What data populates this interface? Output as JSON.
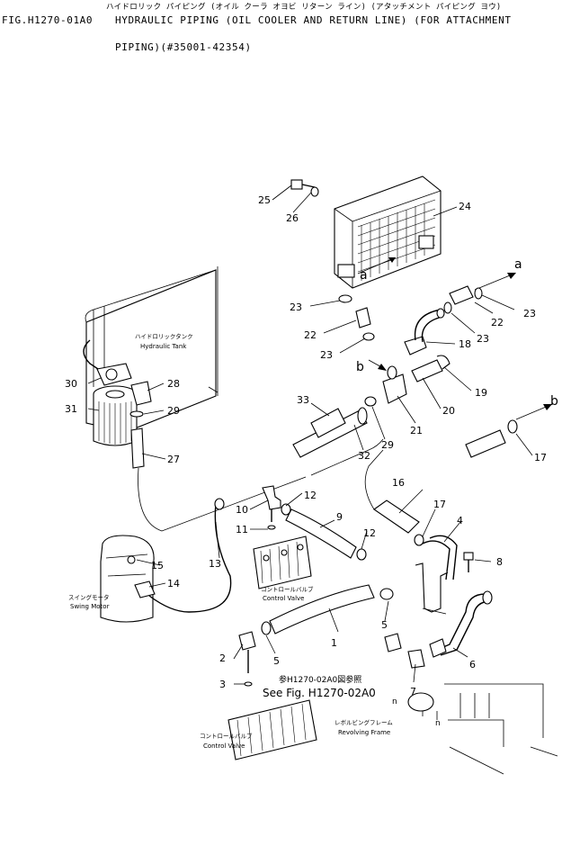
{
  "header": {
    "fig_code": "FIG.H1270-01A0",
    "title_jp": "ハイドロリック パイピング (オイル クーラ オヨビ リターン ライン) (アタッチメント パイピング ヨウ)",
    "title_en_line1": "HYDRAULIC PIPING (OIL COOLER AND RETURN LINE) (FOR ATTACHMENT",
    "title_en_line2": "PIPING)(#35001-42354)"
  },
  "labels": {
    "hydraulic_tank_jp": "ハイドロリックタンク",
    "hydraulic_tank_en": "Hydraulic Tank",
    "swing_motor_jp": "スイングモータ",
    "swing_motor_en": "Swing Motor",
    "control_valve_jp": "コントロールバルブ",
    "control_valve_en": "Control Valve",
    "control_valve2_jp": "コントロールバルブ",
    "control_valve2_en": "Control Valve",
    "revolving_frame_jp": "レボルビングフレーム",
    "revolving_frame_en": "Revolving Frame",
    "see_fig_jp": "参H1270-02A0図参照",
    "see_fig_en": "See Fig. H1270-02A0"
  },
  "connectors": {
    "a1": "a",
    "a2": "a",
    "b1": "b",
    "b2": "b",
    "n1": "n",
    "n2": "n"
  },
  "callouts": {
    "c1": "1",
    "c2": "2",
    "c3": "3",
    "c4": "4",
    "c5a": "5",
    "c5b": "5",
    "c6": "6",
    "c7": "7",
    "c8": "8",
    "c9": "9",
    "c10": "10",
    "c11": "11",
    "c12a": "12",
    "c12b": "12",
    "c13": "13",
    "c14": "14",
    "c15": "15",
    "c16": "16",
    "c17a": "17",
    "c17b": "17",
    "c18": "18",
    "c19": "19",
    "c20": "20",
    "c21": "21",
    "c22a": "22",
    "c22b": "22",
    "c23a": "23",
    "c23b": "23",
    "c23c": "23",
    "c23d": "23",
    "c24": "24",
    "c25": "25",
    "c26": "26",
    "c27": "27",
    "c28": "28",
    "c29a": "29",
    "c29b": "29",
    "c30": "30",
    "c31": "31",
    "c32": "32",
    "c33": "33"
  }
}
